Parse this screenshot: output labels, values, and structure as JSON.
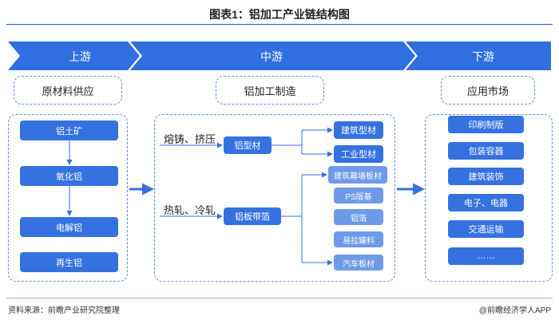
{
  "title": "图表1：铝加工产业链结构图",
  "stages": [
    {
      "label": "上游",
      "header": "原材料供应"
    },
    {
      "label": "中游",
      "header": "铝加工制造"
    },
    {
      "label": "下游",
      "header": "应用市场"
    }
  ],
  "upstream_items": [
    "铝土矿",
    "氧化铝",
    "电解铝",
    "再生铝"
  ],
  "midstream": {
    "process1": "熔铸、挤压",
    "process2": "热轧、冷轧",
    "product1": "铝型材",
    "product2": "铝板带箔",
    "profile_types": [
      "建筑型材",
      "工业型材"
    ],
    "sheet_types": [
      "建筑幕墙板材",
      "PS版基",
      "铝箔",
      "易拉罐料",
      "汽车板材"
    ]
  },
  "downstream_items": [
    "印刷制版",
    "包装容器",
    "建筑装饰",
    "电子、电器",
    "交通运输",
    "……"
  ],
  "footer": {
    "source": "资料来源：前瞻产业研究院整理",
    "brand": "@前瞻经济学人APP"
  },
  "colors": {
    "primary": "#3572e0",
    "chevron": "#2f6fe0",
    "light_box": "#6e9ae8",
    "dashed": "#5b8fe0"
  }
}
